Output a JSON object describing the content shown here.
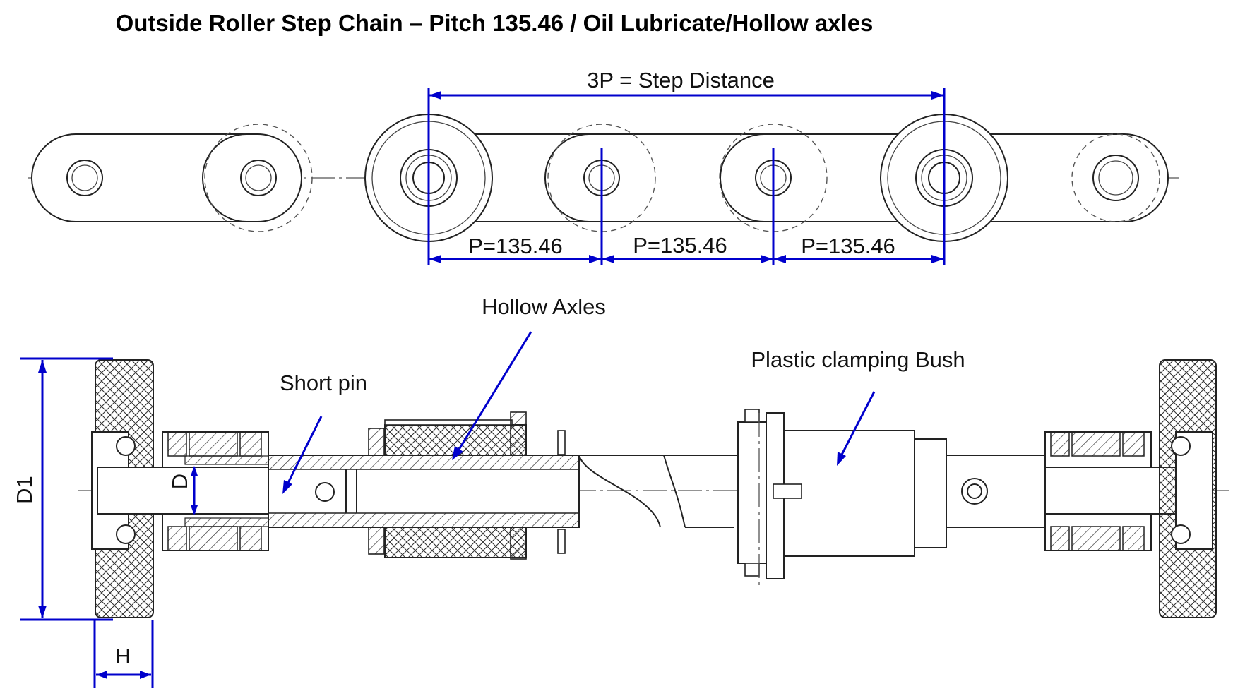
{
  "title": "Outside Roller Step Chain – Pitch 135.46 / Oil Lubricate/Hollow axles",
  "top_view": {
    "step_distance_label": "3P = Step Distance",
    "pitch_labels": [
      "P=135.46",
      "P=135.46",
      "P=135.46"
    ]
  },
  "side_view": {
    "labels": {
      "hollow_axles": "Hollow Axles",
      "short_pin": "Short pin",
      "plastic_bush": "Plastic clamping  Bush"
    },
    "dimensions": {
      "d1": "D1",
      "d": "D",
      "h": "H"
    }
  },
  "colors": {
    "dimension_lines": "#0000cc",
    "drawing_lines": "#222222"
  }
}
